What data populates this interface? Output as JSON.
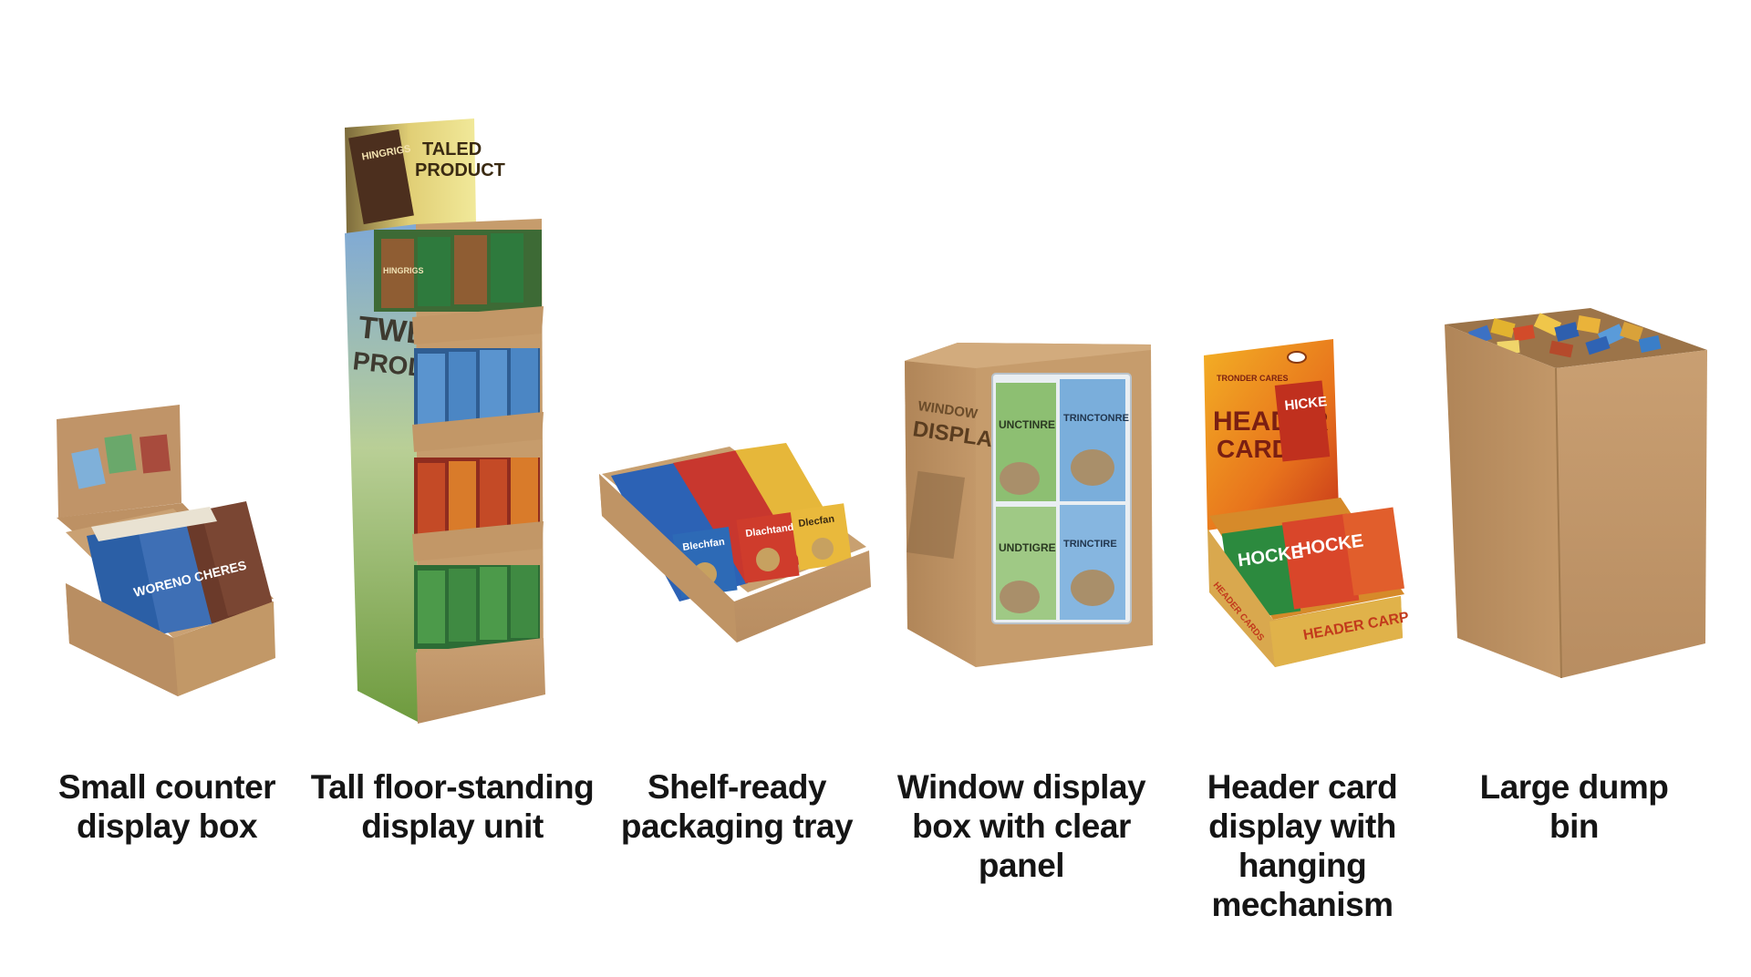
{
  "items": [
    {
      "caption": "Small counter display box",
      "pack_text": "WORENO CHERES"
    },
    {
      "caption": "Tall floor-standing display unit",
      "header_text_1": "TALED",
      "header_text_2": "PRODUCT",
      "header_pack": "HINGRIGS",
      "side_text_1": "TWEF",
      "side_text_2": "PRODUCT",
      "box_text": "HINGRIGS"
    },
    {
      "caption": "Shelf-ready packaging tray",
      "pack_text_1": "Blechfan",
      "pack_text_2": "Dlachtand",
      "pack_text_3": "Dlecfan"
    },
    {
      "caption": "Window display box with clear panel",
      "side_text_1": "WINDOW",
      "side_text_2": "DISPLAX",
      "pack_text_1": "UNCTINRE",
      "pack_text_2": "TRINCTONRE",
      "pack_text_3": "UNDTIGRE",
      "pack_text_4": "TRINCTIRE"
    },
    {
      "caption": "Header card display with hanging mechanism",
      "card_title_1": "HEADER",
      "card_title_2": "CARD",
      "card_small": "TRONDER CARES",
      "card_pack": "HICKE",
      "pack_text_1": "HOCKE",
      "pack_text_2": "HOCKE",
      "base_text": "HEADER CARP",
      "side_text": "HEADER CARDS"
    },
    {
      "caption": "Large dump bin"
    }
  ],
  "colors": {
    "kraft": "#c49a6c",
    "kraft_dark": "#a67d52",
    "kraft_light": "#d6b188"
  }
}
